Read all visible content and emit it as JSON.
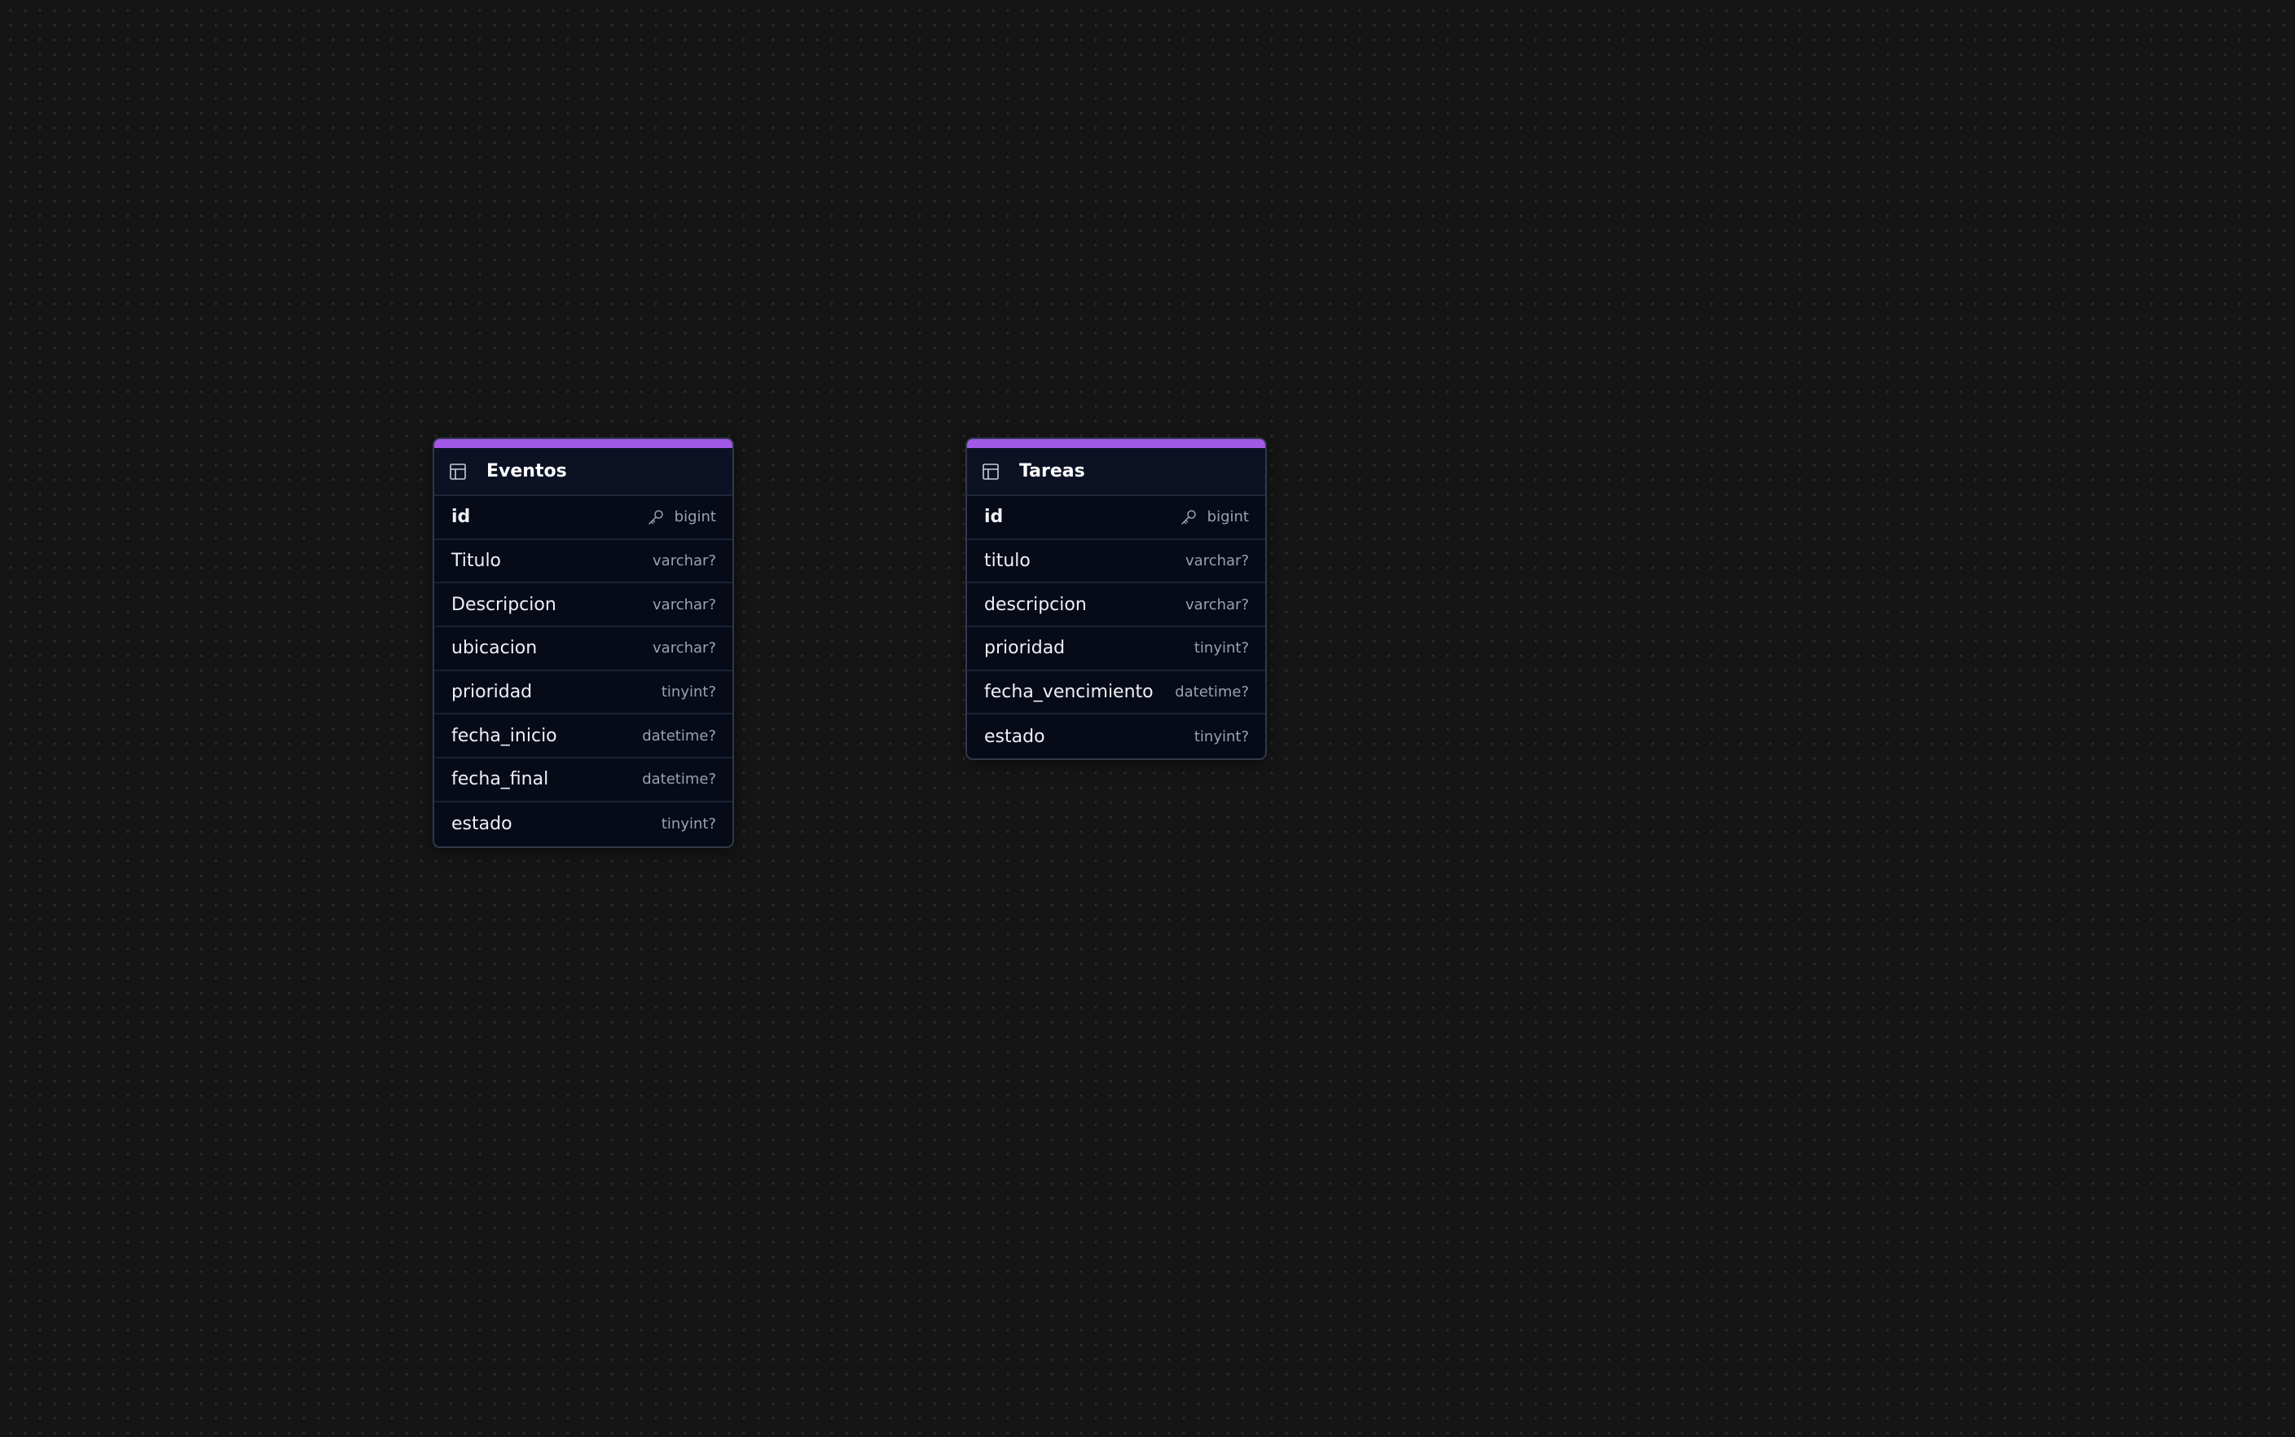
{
  "canvas": {
    "background_color": "#151515",
    "dot_color": "#2b2b2b"
  },
  "accent_color": "#a259e6",
  "tables": [
    {
      "name": "Eventos",
      "icon": "table-icon",
      "fields": [
        {
          "name": "id",
          "type": "bigint",
          "primary_key": true,
          "icon": "key-icon"
        },
        {
          "name": "Titulo",
          "type": "varchar?"
        },
        {
          "name": "Descripcion",
          "type": "varchar?"
        },
        {
          "name": "ubicacion",
          "type": "varchar?"
        },
        {
          "name": "prioridad",
          "type": "tinyint?"
        },
        {
          "name": "fecha_inicio",
          "type": "datetime?"
        },
        {
          "name": "fecha_final",
          "type": "datetime?"
        },
        {
          "name": "estado",
          "type": "tinyint?"
        }
      ]
    },
    {
      "name": "Tareas",
      "icon": "table-icon",
      "fields": [
        {
          "name": "id",
          "type": "bigint",
          "primary_key": true,
          "icon": "key-icon"
        },
        {
          "name": "titulo",
          "type": "varchar?"
        },
        {
          "name": "descripcion",
          "type": "varchar?"
        },
        {
          "name": "prioridad",
          "type": "tinyint?"
        },
        {
          "name": "fecha_vencimiento",
          "type": "datetime?"
        },
        {
          "name": "estado",
          "type": "tinyint?"
        }
      ]
    }
  ]
}
